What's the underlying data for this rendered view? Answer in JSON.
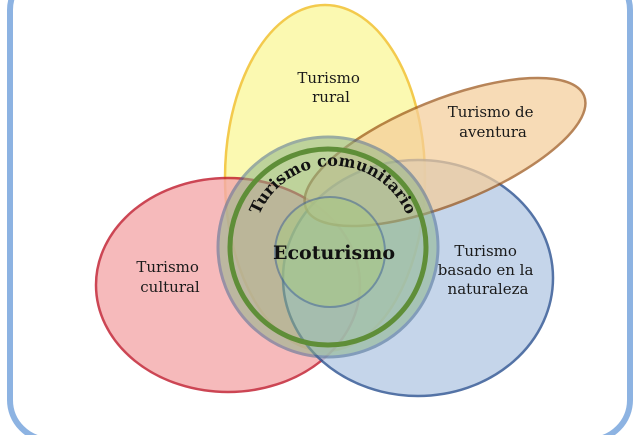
{
  "diagram": {
    "sets": {
      "rural": {
        "label_lines": [
          "Turismo",
          "rural"
        ],
        "fill": "#fbf8a4",
        "stroke": "#f2c12e"
      },
      "aventura": {
        "label_lines": [
          "Turismo de",
          "aventura"
        ],
        "fill": "#f5ce9a",
        "stroke": "#9c5618"
      },
      "cultural": {
        "label_lines": [
          "Turismo",
          "cultural"
        ],
        "fill": "#f4a9ab",
        "stroke": "#c0182a"
      },
      "naturaleza": {
        "label_lines": [
          "Turismo",
          "basado en la",
          "naturaleza"
        ],
        "fill": "#b9cde6",
        "stroke": "#2f5593"
      },
      "comunitario": {
        "label": "Turismo comunitario",
        "fill": "#8db58a",
        "stroke": "#5f8e38"
      },
      "ecoturismo": {
        "label": "Ecoturismo",
        "fill": "#a9c784",
        "stroke": "#4c6e94"
      }
    },
    "frame_color": "#8db3e2"
  }
}
